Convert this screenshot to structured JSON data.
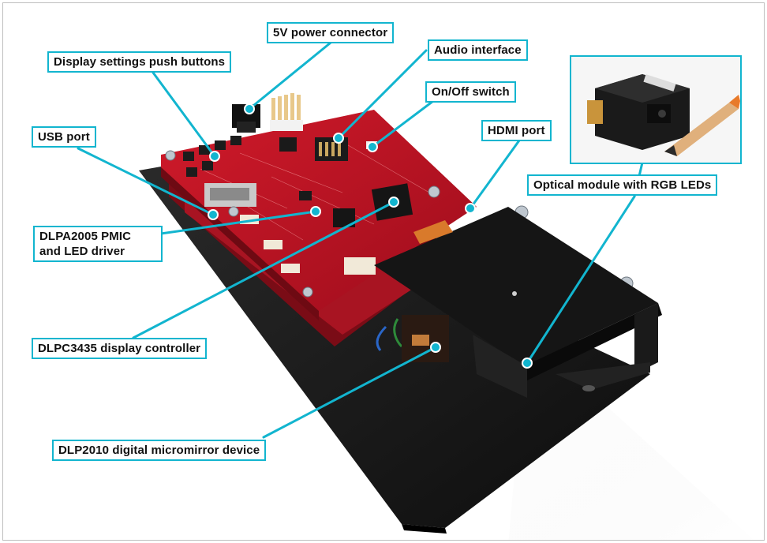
{
  "callouts": {
    "power_connector": "5V power connector",
    "push_buttons": "Display settings push buttons",
    "audio_interface": "Audio interface",
    "on_off_switch": "On/Off switch",
    "usb_port": "USB port",
    "hdmi_port": "HDMI port",
    "optical_module": "Optical module with RGB LEDs",
    "pmic_line1": "DLPA2005 PMIC",
    "pmic_line2": "and LED driver",
    "display_controller": "DLPC3435 display controller",
    "dmd": "DLP2010 digital micromirror device"
  },
  "colors": {
    "callout_border": "#12b5cf",
    "pcb_red": "#c8102e",
    "chassis_black": "#1a1a1a"
  }
}
